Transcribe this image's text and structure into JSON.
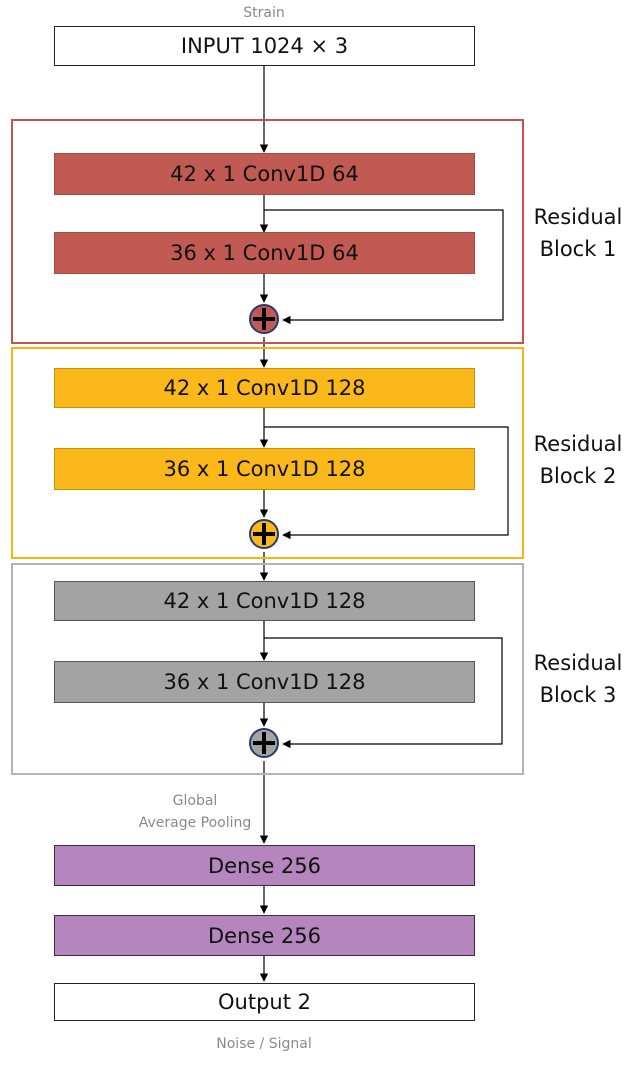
{
  "labels": {
    "input_caption": "Strain",
    "input": "INPUT 1024 × 3",
    "pooling_line1": "Global",
    "pooling_line2": "Average Pooling",
    "output": "Output 2",
    "output_caption": "Noise  / Signal"
  },
  "blocks": [
    {
      "label_line1": "Residual",
      "label_line2": "Block 1",
      "color": "#c9534c",
      "fill": "#c05a52",
      "layers": [
        "42 x 1 Conv1D 64",
        "36 x 1 Conv1D 64"
      ]
    },
    {
      "label_line1": "Residual",
      "label_line2": "Block 2",
      "color": "#f5b60f",
      "fill": "#fbb81a",
      "layers": [
        "42 x 1 Conv1D 128",
        "36 x 1 Conv1D 128"
      ]
    },
    {
      "label_line1": "Residual",
      "label_line2": "Block 3",
      "color": "#b3b3b3",
      "fill": "#a3a3a3",
      "layers": [
        "42 x 1 Conv1D 128",
        "36 x 1 Conv1D 128"
      ]
    }
  ],
  "dense": [
    "Dense 256",
    "Dense 256"
  ],
  "dense_fill": "#b586bd",
  "adder_symbol": "plus-icon"
}
